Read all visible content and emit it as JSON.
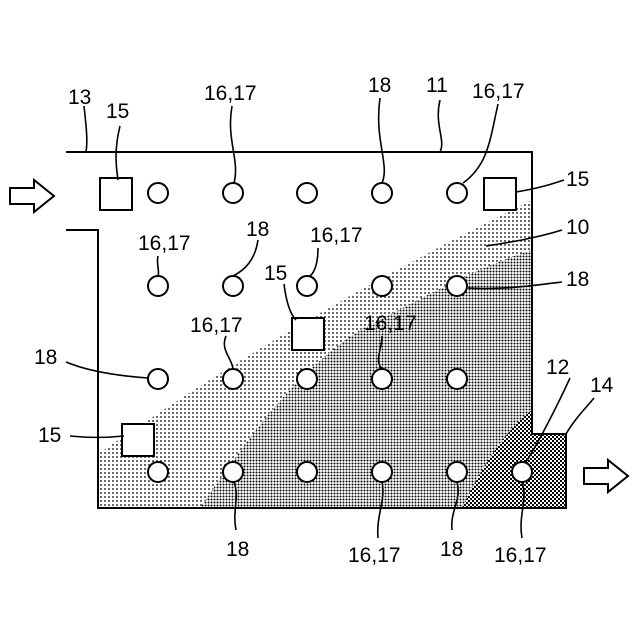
{
  "labels": {
    "ref_10": "10",
    "ref_11": "11",
    "ref_12": "12",
    "ref_13": "13",
    "ref_14": "14",
    "ref_15": "15",
    "ref_16_17": "16,17",
    "ref_18": "18"
  },
  "icons": {
    "inlet_arrow": "right-arrow-outline-icon",
    "outlet_arrow": "right-arrow-outline-icon",
    "electrode_marker": "circle-icon",
    "sensor_marker": "square-icon"
  }
}
